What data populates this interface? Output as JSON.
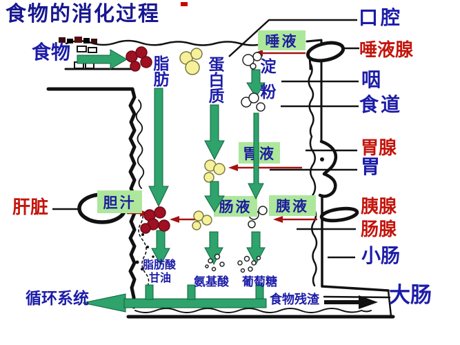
{
  "title": "食物的消化过程",
  "labels": {
    "food": "食物",
    "liver": "肝脏",
    "circulatory_system": "循环系统",
    "food_residue": "食物残渣"
  },
  "organs": [
    {
      "id": "mouth",
      "label": "口腔",
      "color": "blue"
    },
    {
      "id": "salivary-gland",
      "label": "唾液腺",
      "color": "red"
    },
    {
      "id": "pharynx",
      "label": "咽",
      "color": "blue"
    },
    {
      "id": "esophagus",
      "label": "食道",
      "color": "blue"
    },
    {
      "id": "gastric-gland",
      "label": "胃腺",
      "color": "red"
    },
    {
      "id": "stomach",
      "label": "胃",
      "color": "blue"
    },
    {
      "id": "pancreas",
      "label": "胰腺",
      "color": "red"
    },
    {
      "id": "intestinal-gland",
      "label": "肠腺",
      "color": "red"
    },
    {
      "id": "small-intestine",
      "label": "小肠",
      "color": "blue"
    },
    {
      "id": "large-intestine",
      "label": "大肠",
      "color": "blue"
    }
  ],
  "juices": {
    "saliva": "唾液",
    "gastric_juice": "胃液",
    "bile": "胆汁",
    "intestinal_juice": "肠液",
    "pancreatic_juice": "胰液"
  },
  "nutrients": {
    "fat": "脂肪",
    "protein": "蛋白质",
    "starch": "淀粉"
  },
  "products": {
    "fatty_acid": "脂肪酸",
    "glycerol": "甘油",
    "amino_acid": "氨基酸",
    "glucose": "葡萄糖"
  },
  "colors": {
    "blue_label": "#1c1ca8",
    "red_label": "#c3150c",
    "title_blue": "#181890",
    "juice_box_green": "#ade79c",
    "green_arrow": "#2ea36b",
    "dark_red_arrow": "#a51212",
    "fat_droplet": "#9e1022",
    "protein_droplet": "#f6f09c",
    "outline_black": "#111111"
  }
}
